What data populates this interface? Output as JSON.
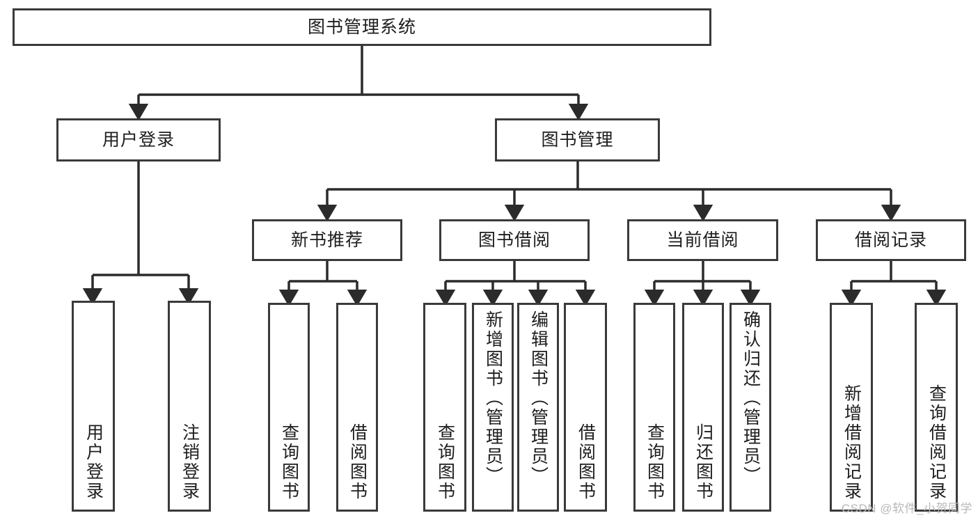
{
  "diagram": {
    "type": "tree-hierarchy",
    "title": "图书管理系统",
    "watermark": "CSDN @软件_小贺同学",
    "colors": {
      "box_border": "#3a3a3a",
      "box_fill": "#ffffff",
      "edge": "#2b2b2b",
      "text": "#1d1d1d",
      "watermark": "#b8b8b8"
    },
    "nodes": {
      "root": {
        "label": "图书管理系统"
      },
      "level2": [
        {
          "label": "用户登录"
        },
        {
          "label": "图书管理"
        }
      ],
      "level3": [
        {
          "label": "新书推荐"
        },
        {
          "label": "图书借阅"
        },
        {
          "label": "当前借阅"
        },
        {
          "label": "借阅记录"
        }
      ],
      "leaves": {
        "user_login": [
          {
            "label": "用户登录"
          },
          {
            "label": "注销登录"
          }
        ],
        "new_book": [
          {
            "label": "查询图书"
          },
          {
            "label": "借阅图书"
          }
        ],
        "borrow_book": [
          {
            "label": "查询图书"
          },
          {
            "label": "新增图书（管理员）"
          },
          {
            "label": "编辑图书（管理员）"
          },
          {
            "label": "借阅图书"
          }
        ],
        "current_borrow": [
          {
            "label": "查询图书"
          },
          {
            "label": "归还图书"
          },
          {
            "label": "确认归还（管理员）"
          }
        ],
        "borrow_record": [
          {
            "label": "新增借阅记录"
          },
          {
            "label": "查询借阅记录"
          }
        ]
      }
    }
  }
}
